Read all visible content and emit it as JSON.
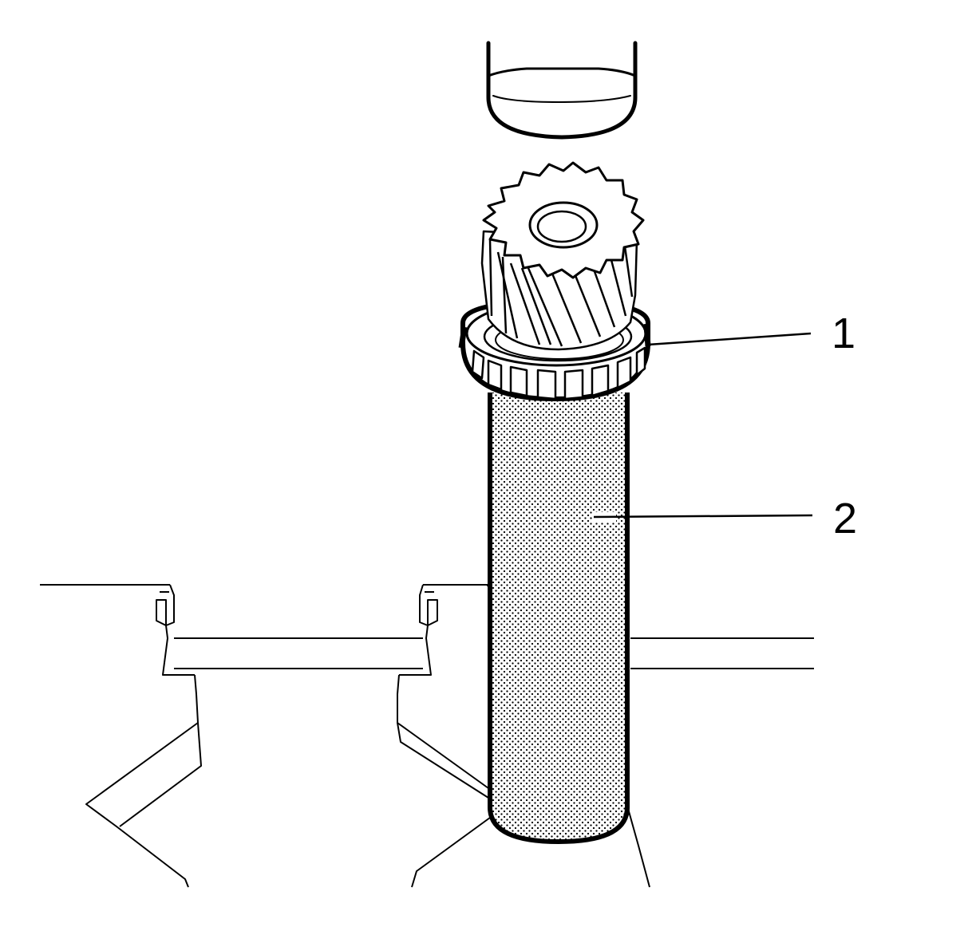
{
  "figure": {
    "callouts": [
      {
        "id": "1",
        "label": "1"
      },
      {
        "id": "2",
        "label": "2"
      }
    ]
  },
  "colors": {
    "ink": "#000000",
    "paper": "#ffffff",
    "stipple": "#000000"
  }
}
